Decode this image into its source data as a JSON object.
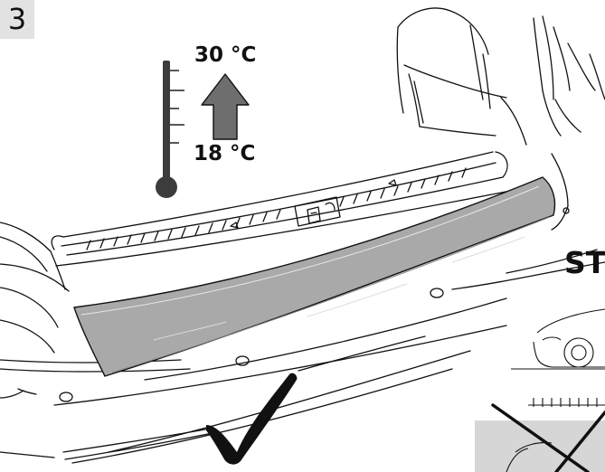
{
  "step": {
    "number": "3"
  },
  "temperature": {
    "max_label": "30 °C",
    "min_label": "18 °C"
  },
  "inset": {
    "partial_text": "ST"
  },
  "colors": {
    "line": "#111111",
    "bumper_guard": "#a9a9a9",
    "arrow": "#6e6e6e",
    "badge_bg": "#e2e2e2",
    "inset_bg": "#d6d6d6"
  },
  "icons": [
    "thermometer-icon",
    "up-arrow-icon",
    "checkmark-icon",
    "cross-icon"
  ]
}
